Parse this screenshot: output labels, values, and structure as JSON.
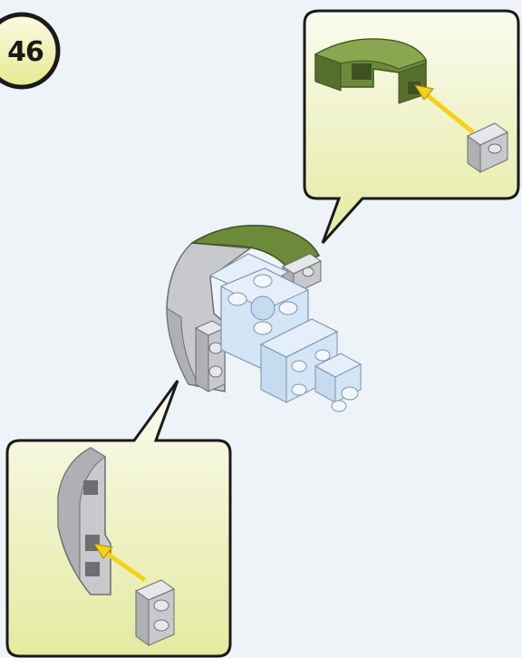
{
  "step": {
    "number": "46"
  },
  "colors": {
    "background": "#eef3f7",
    "callout_fill_top": "#fbfbf0",
    "callout_fill_bottom": "#e3eba0",
    "callout_border": "#1a1a1a",
    "badge_fill": "#f2f3b8",
    "dark_green_brick": "#6c8a3a",
    "light_gray_brick": "#c8c9cc",
    "light_blue_brick": "#d4e6f5",
    "arrow_yellow": "#f5d21a"
  },
  "callouts": [
    {
      "id": "top-right",
      "part": "dark-green-quarter-round-brick",
      "attach": "light-gray-1x2-plate"
    },
    {
      "id": "bottom-left",
      "part": "light-gray-quarter-round-brick",
      "attach": "light-gray-1x2-brick"
    }
  ],
  "icons": [
    "step-badge",
    "insert-arrow-icon",
    "assembly-model"
  ]
}
